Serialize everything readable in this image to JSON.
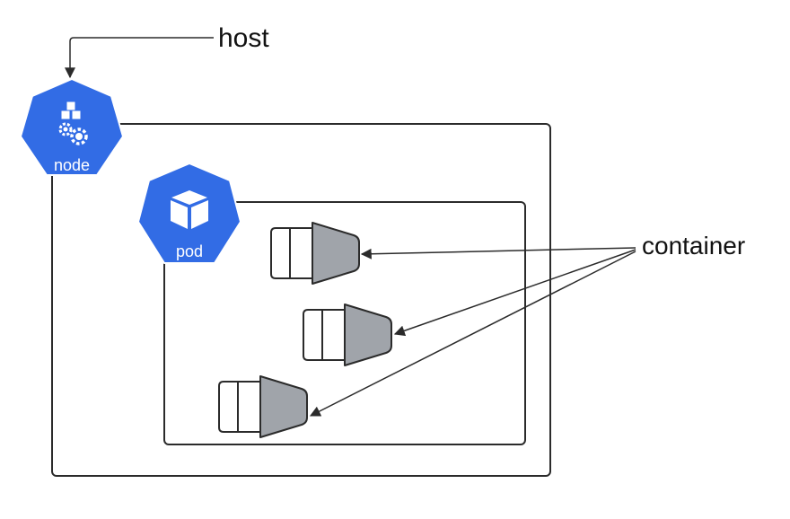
{
  "labels": {
    "host": "host",
    "container": "container",
    "node": "node",
    "pod": "pod"
  },
  "colors": {
    "k8s_blue": "#326CE5",
    "container_fill": "#A0A4AA",
    "outline": "#2B2B2B"
  },
  "icons": {
    "node": "kubernetes-node-icon",
    "pod": "kubernetes-pod-icon",
    "container": "container-icon"
  }
}
